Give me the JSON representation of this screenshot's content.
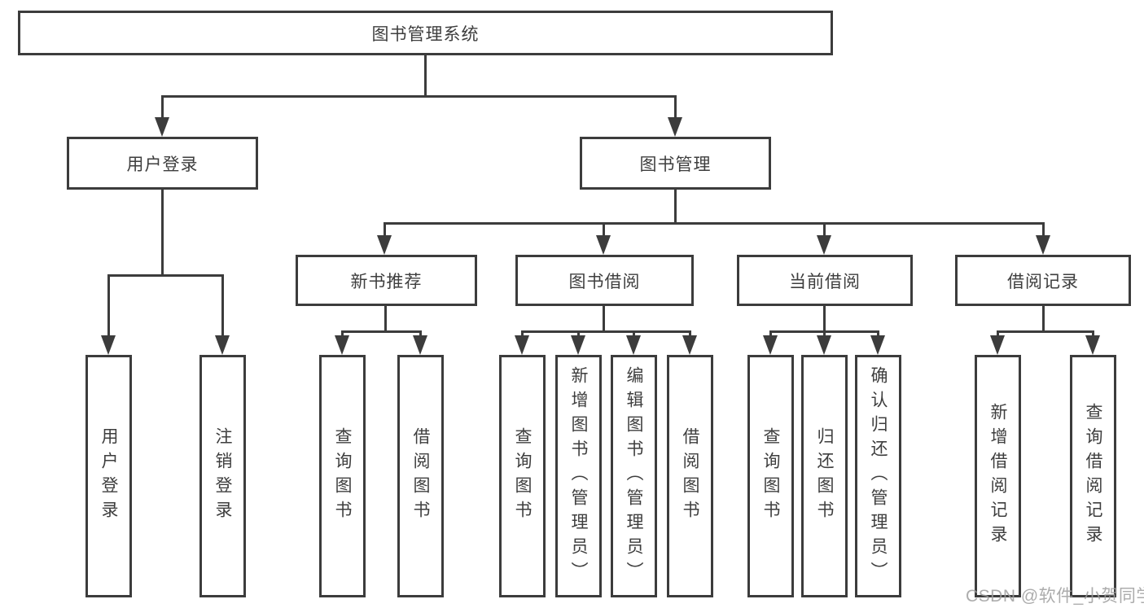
{
  "diagram": {
    "root": {
      "label": "图书管理系统"
    },
    "level2": {
      "user_login": {
        "label": "用户登录"
      },
      "book_management": {
        "label": "图书管理"
      }
    },
    "level3": {
      "new_book_recommend": {
        "label": "新书推荐"
      },
      "book_borrowing": {
        "label": "图书借阅"
      },
      "current_borrowing": {
        "label": "当前借阅"
      },
      "borrowing_records": {
        "label": "借阅记录"
      }
    },
    "leaves": {
      "user_login": {
        "label": "用户登录"
      },
      "logout": {
        "label": "注销登录"
      },
      "nb_query_books": {
        "label": "查询图书"
      },
      "nb_borrow_books": {
        "label": "借阅图书"
      },
      "bb_query_books": {
        "label": "查询图书"
      },
      "bb_add_books": {
        "label": "新增图书（管理员）"
      },
      "bb_edit_books": {
        "label": "编辑图书（管理员）"
      },
      "bb_borrow_books": {
        "label": "借阅图书"
      },
      "cb_query_books": {
        "label": "查询图书"
      },
      "cb_return_books": {
        "label": "归还图书"
      },
      "cb_confirm_return": {
        "label": "确认归还（管理员）"
      },
      "br_add_record": {
        "label": "新增借阅记录"
      },
      "br_query_record": {
        "label": "查询借阅记录"
      }
    }
  },
  "watermark": {
    "text": "CSDN @软件_小贺同学"
  },
  "colors": {
    "line": "#3c3c3c",
    "text": "#3e3e3e",
    "background": "#ffffff",
    "watermark": "#9e9e9e"
  }
}
